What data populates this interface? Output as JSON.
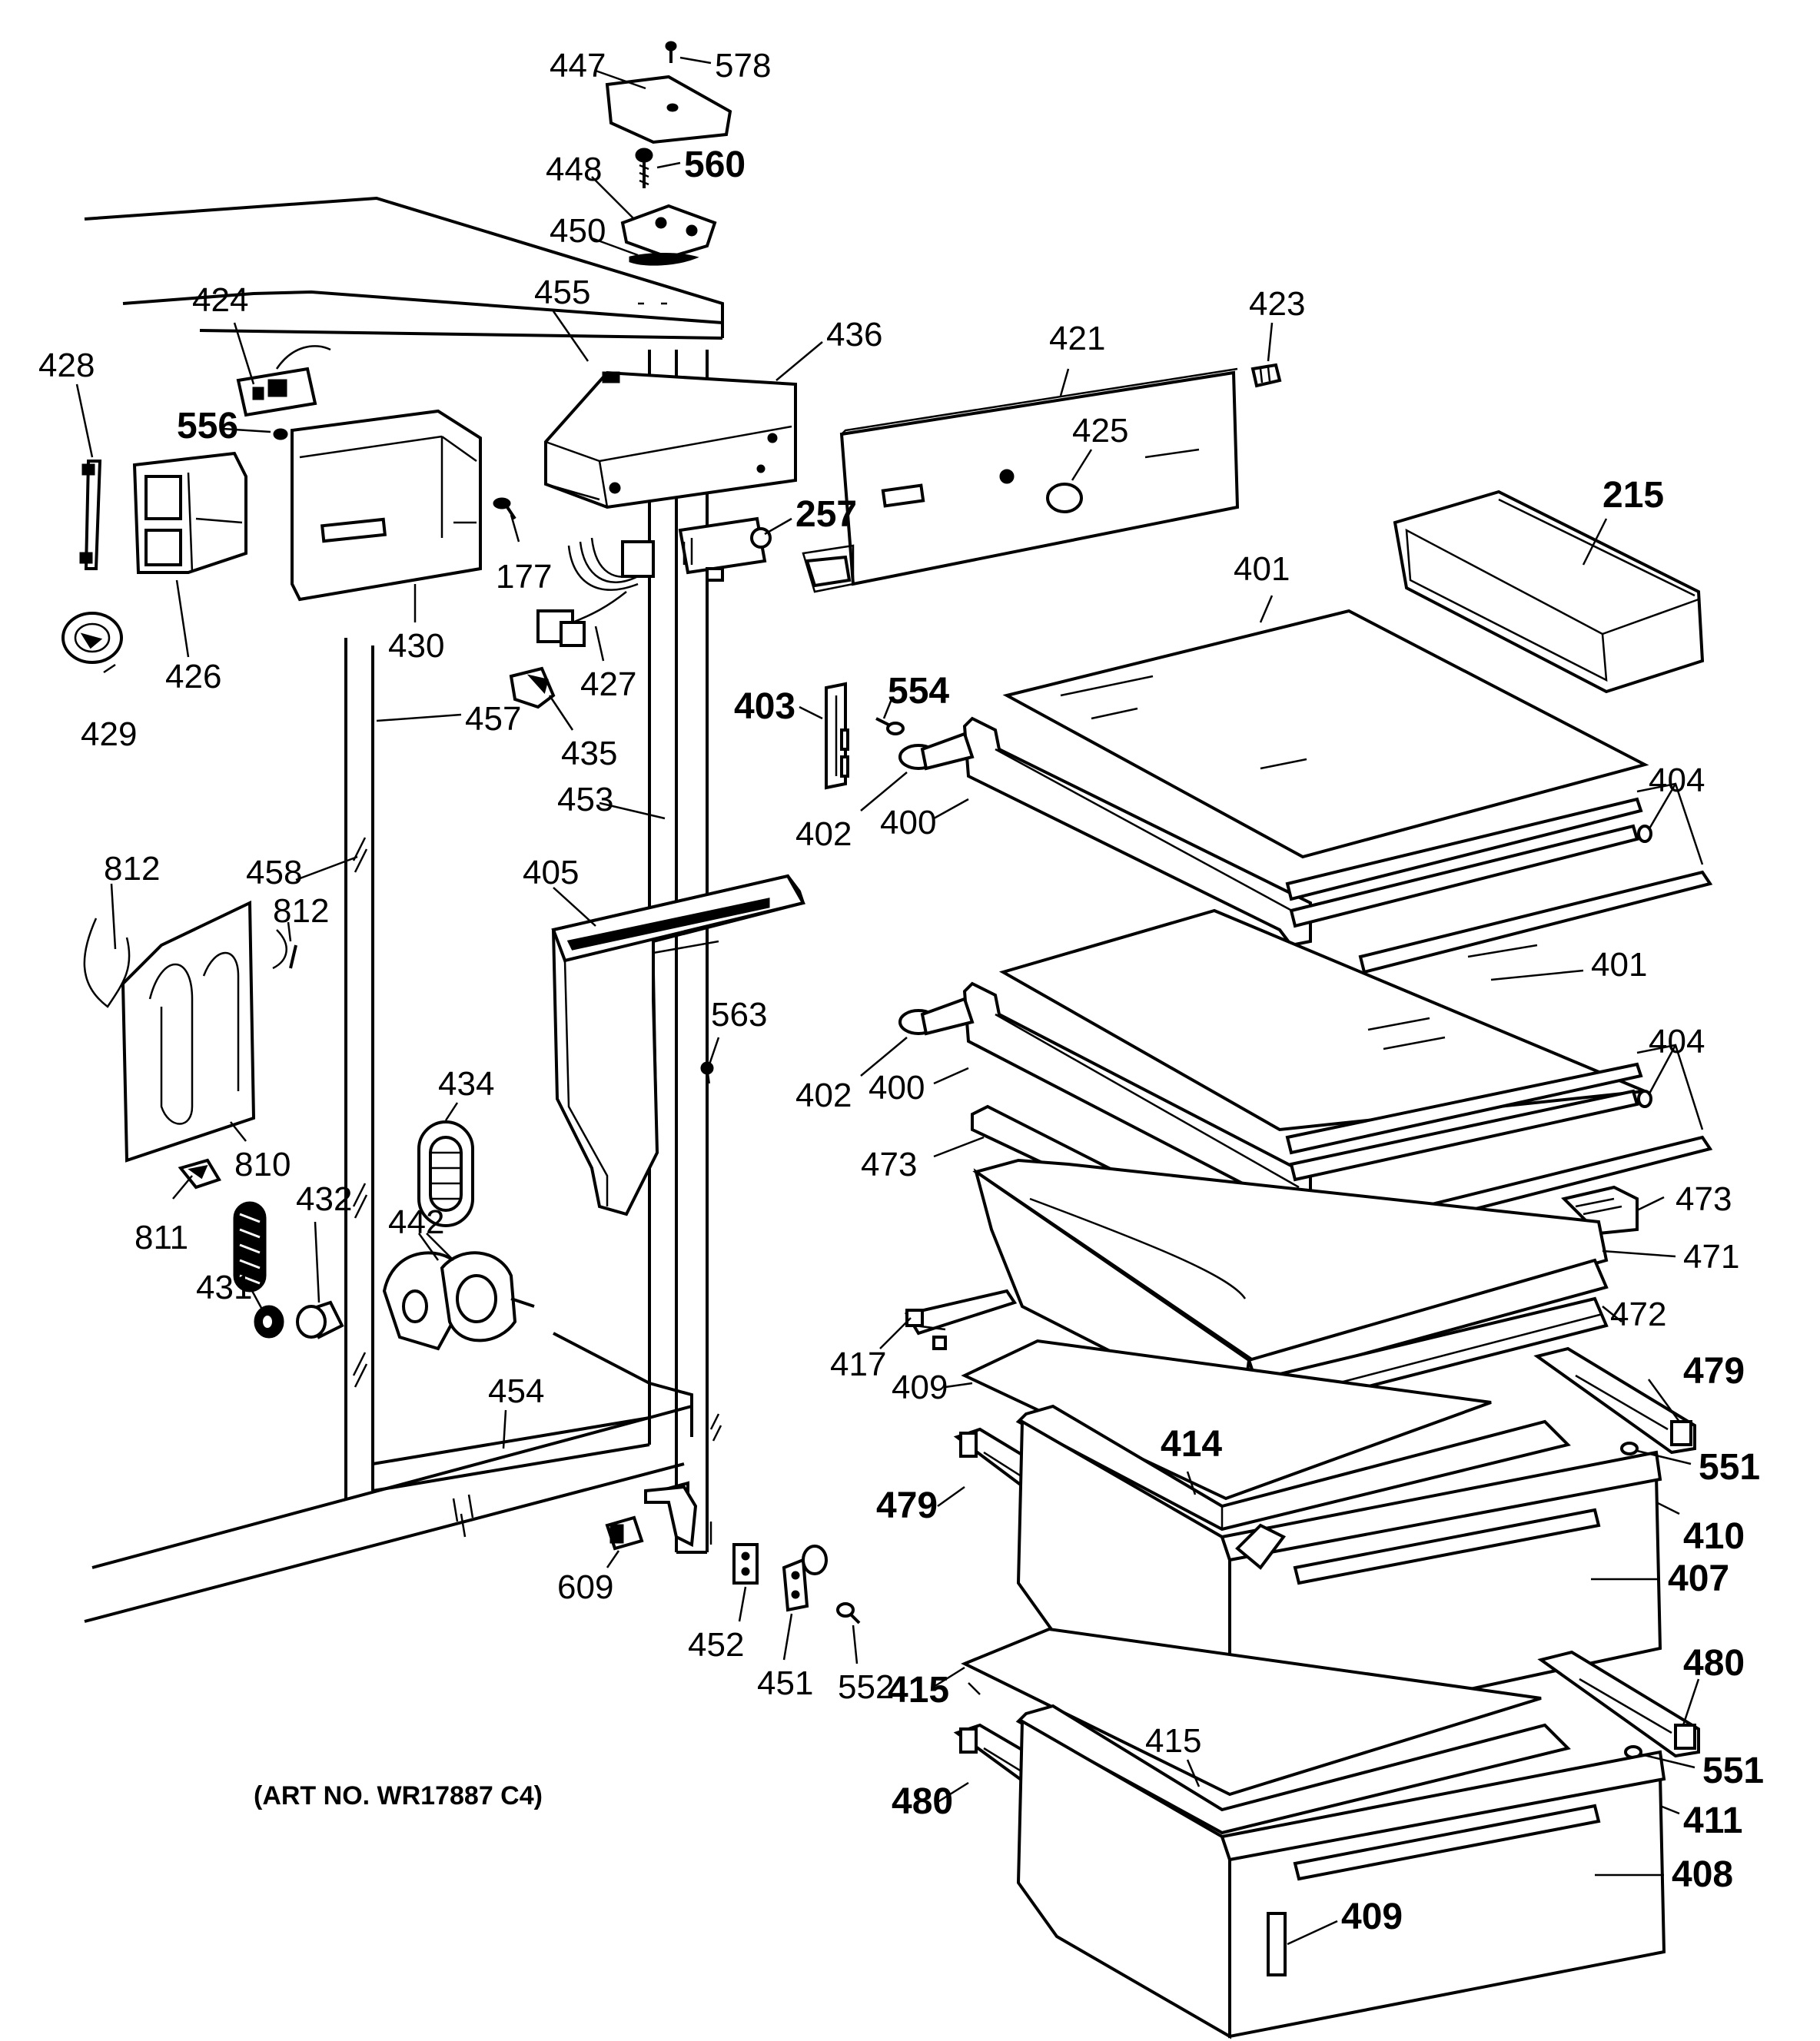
{
  "art_number": "(ART NO. WR17887 C4)",
  "callouts": [
    {
      "id": "447",
      "text": "447"
    },
    {
      "id": "578",
      "text": "578"
    },
    {
      "id": "448",
      "text": "448"
    },
    {
      "id": "560",
      "text": "560"
    },
    {
      "id": "450",
      "text": "450"
    },
    {
      "id": "424",
      "text": "424"
    },
    {
      "id": "455",
      "text": "455"
    },
    {
      "id": "436",
      "text": "436"
    },
    {
      "id": "421",
      "text": "421"
    },
    {
      "id": "423",
      "text": "423"
    },
    {
      "id": "428",
      "text": "428"
    },
    {
      "id": "556",
      "text": "556"
    },
    {
      "id": "425",
      "text": "425"
    },
    {
      "id": "215",
      "text": "215"
    },
    {
      "id": "257",
      "text": "257"
    },
    {
      "id": "177",
      "text": "177"
    },
    {
      "id": "426",
      "text": "426"
    },
    {
      "id": "430",
      "text": "430"
    },
    {
      "id": "427",
      "text": "427"
    },
    {
      "id": "401a",
      "text": "401"
    },
    {
      "id": "429",
      "text": "429"
    },
    {
      "id": "457",
      "text": "457"
    },
    {
      "id": "435",
      "text": "435"
    },
    {
      "id": "403",
      "text": "403"
    },
    {
      "id": "554",
      "text": "554"
    },
    {
      "id": "453",
      "text": "453"
    },
    {
      "id": "404a",
      "text": "404"
    },
    {
      "id": "402a",
      "text": "402"
    },
    {
      "id": "400a",
      "text": "400"
    },
    {
      "id": "812a",
      "text": "812"
    },
    {
      "id": "458",
      "text": "458"
    },
    {
      "id": "405",
      "text": "405"
    },
    {
      "id": "812b",
      "text": "812"
    },
    {
      "id": "401b",
      "text": "401"
    },
    {
      "id": "563",
      "text": "563"
    },
    {
      "id": "404b",
      "text": "404"
    },
    {
      "id": "434",
      "text": "434"
    },
    {
      "id": "402b",
      "text": "402"
    },
    {
      "id": "400b",
      "text": "400"
    },
    {
      "id": "810",
      "text": "810"
    },
    {
      "id": "473a",
      "text": "473"
    },
    {
      "id": "432",
      "text": "432"
    },
    {
      "id": "473b",
      "text": "473"
    },
    {
      "id": "811",
      "text": "811"
    },
    {
      "id": "442",
      "text": "442"
    },
    {
      "id": "471",
      "text": "471"
    },
    {
      "id": "431",
      "text": "431"
    },
    {
      "id": "472",
      "text": "472"
    },
    {
      "id": "417",
      "text": "417"
    },
    {
      "id": "409a",
      "text": "409"
    },
    {
      "id": "479a",
      "text": "479"
    },
    {
      "id": "454",
      "text": "454"
    },
    {
      "id": "414",
      "text": "414"
    },
    {
      "id": "551a",
      "text": "551"
    },
    {
      "id": "479b",
      "text": "479"
    },
    {
      "id": "410",
      "text": "410"
    },
    {
      "id": "609",
      "text": "609"
    },
    {
      "id": "407",
      "text": "407"
    },
    {
      "id": "452",
      "text": "452"
    },
    {
      "id": "451",
      "text": "451"
    },
    {
      "id": "552",
      "text": "552"
    },
    {
      "id": "415a",
      "text": "415"
    },
    {
      "id": "480a",
      "text": "480"
    },
    {
      "id": "415b",
      "text": "415"
    },
    {
      "id": "551b",
      "text": "551"
    },
    {
      "id": "480b",
      "text": "480"
    },
    {
      "id": "411",
      "text": "411"
    },
    {
      "id": "408",
      "text": "408"
    },
    {
      "id": "409b",
      "text": "409"
    }
  ]
}
